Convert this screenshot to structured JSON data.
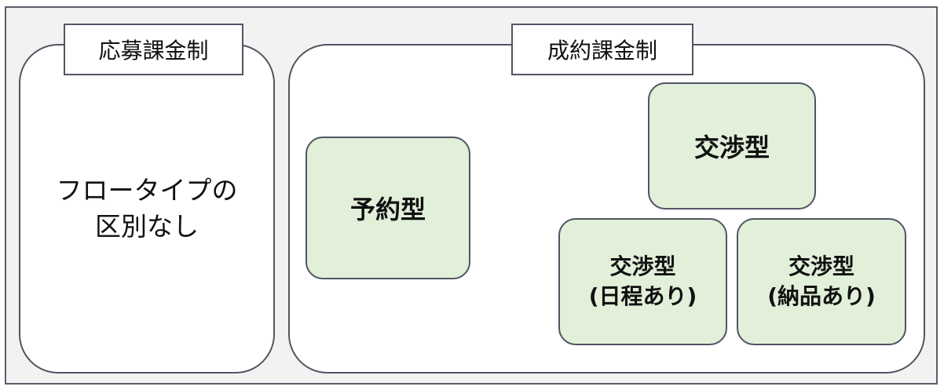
{
  "left_panel": {
    "title": "応募課金制",
    "text_line1": "フロータイプの",
    "text_line2": "区別なし"
  },
  "right_panel": {
    "title": "成約課金制",
    "types": {
      "yoyaku": "予約型",
      "kosho": "交渉型",
      "kosho_nittei_line1": "交渉型",
      "kosho_nittei_line2": "(日程あり)",
      "kosho_nohin_line1": "交渉型",
      "kosho_nohin_line2": "(納品あり)"
    }
  },
  "colors": {
    "type_box_fill": "#e2efd9",
    "border": "#4f5563",
    "background": "#f2f2f2"
  }
}
